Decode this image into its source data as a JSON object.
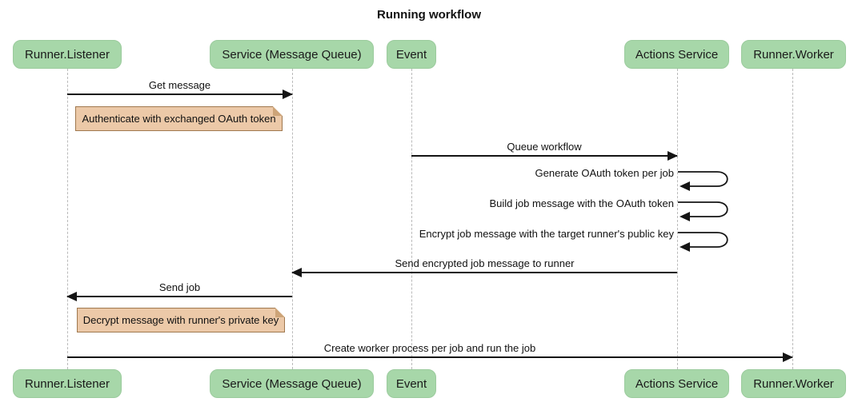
{
  "title": "Running workflow",
  "colors": {
    "actor_fill": "#a7d7a9",
    "note_fill": "#ecc9a8",
    "note_border": "#a0784e",
    "message_line": "#141414",
    "lifeline": "#bababa"
  },
  "actors": [
    {
      "label": "Runner.Listener"
    },
    {
      "label": "Service (Message Queue)"
    },
    {
      "label": "Event"
    },
    {
      "label": "Actions Service"
    },
    {
      "label": "Runner.Worker"
    }
  ],
  "messages": [
    {
      "label": "Get message",
      "from": "Runner.Listener",
      "to": "Service (Message Queue)",
      "kind": "arrow"
    },
    {
      "label": "Queue workflow",
      "from": "Event",
      "to": "Actions Service",
      "kind": "arrow"
    },
    {
      "label": "Generate OAuth token per job",
      "from": "Actions Service",
      "to": "Actions Service",
      "kind": "self"
    },
    {
      "label": "Build job message with the OAuth token",
      "from": "Actions Service",
      "to": "Actions Service",
      "kind": "self"
    },
    {
      "label": "Encrypt job message with the target runner's public key",
      "from": "Actions Service",
      "to": "Actions Service",
      "kind": "self"
    },
    {
      "label": "Send encrypted job message to runner",
      "from": "Actions Service",
      "to": "Service (Message Queue)",
      "kind": "arrow"
    },
    {
      "label": "Send job",
      "from": "Service (Message Queue)",
      "to": "Runner.Listener",
      "kind": "arrow"
    },
    {
      "label": "Create worker process per job and run the job",
      "from": "Runner.Listener",
      "to": "Runner.Worker",
      "kind": "arrow"
    }
  ],
  "notes": [
    {
      "text": "Authenticate with exchanged OAuth token",
      "over": "Runner.Listener, Service (Message Queue)"
    },
    {
      "text": "Decrypt message with runner's private key",
      "over": "Runner.Listener, Service (Message Queue)"
    }
  ]
}
